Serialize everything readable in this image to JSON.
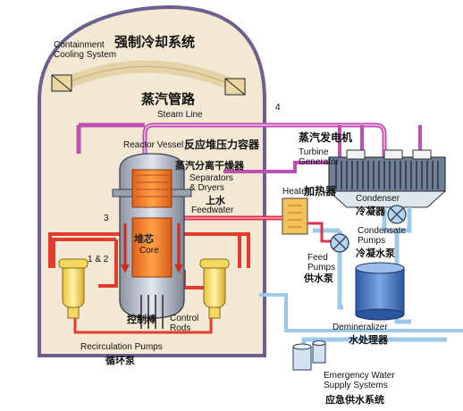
{
  "labels": {
    "containment_cooling_en": "Containment\nCooling System",
    "containment_cooling_zh": "强制冷却系统",
    "steam_line_zh": "蒸汽管路",
    "steam_line_en": "Steam Line",
    "reactor_vessel_en": "Reactor Vessel",
    "reactor_vessel_zh": "反应堆压力容器",
    "steam_generator_zh": "蒸汽发电机",
    "turbine_generator_en": "Turbine\nGenerator",
    "separators_zh": "蒸汽分离干燥器",
    "separators_en": "Separators\n& Dryers",
    "feedwater_zh": "上水",
    "feedwater_en": "Feedwater",
    "heater_en": "Heater",
    "heater_zh": "加热器",
    "condenser_en": "Condenser",
    "condenser_zh": "冷凝器",
    "condensate_pumps_en": "Condensate\nPumps",
    "condensate_pumps_zh": "冷凝水泵",
    "core_zh": "堆芯",
    "core_en": "Core",
    "feed_pumps_en": "Feed\nPumps",
    "feed_pumps_zh": "供水泵",
    "control_rods_zh": "控制棒",
    "control_rods_en": "Control\nRods",
    "demineralizer_en": "Demineralizer",
    "demineralizer_zh": "水处理器",
    "recirculation_pumps_en": "Recirculation Pumps",
    "recirculation_pumps_zh": "循环泵",
    "emergency_water_en": "Emergency Water\nSupply Systems",
    "emergency_water_zh": "应急供水系统",
    "marker_4": "4",
    "marker_3": "3",
    "marker_1_2": "1 & 2"
  },
  "colors": {
    "containment_fill": "#f3e8d4",
    "containment_outline": "#7a6a9a",
    "steam_pipe": "#c04fb4",
    "steam_pipe_light": "#e6a6e0",
    "feedwater_pipe": "#e0304a",
    "cold_water_pipe": "#9fc9e8",
    "core": "#f07a28",
    "recirc_loop": "#e53b2e",
    "heater": "#f4c25a",
    "demineralizer": "#3f6fb8"
  }
}
